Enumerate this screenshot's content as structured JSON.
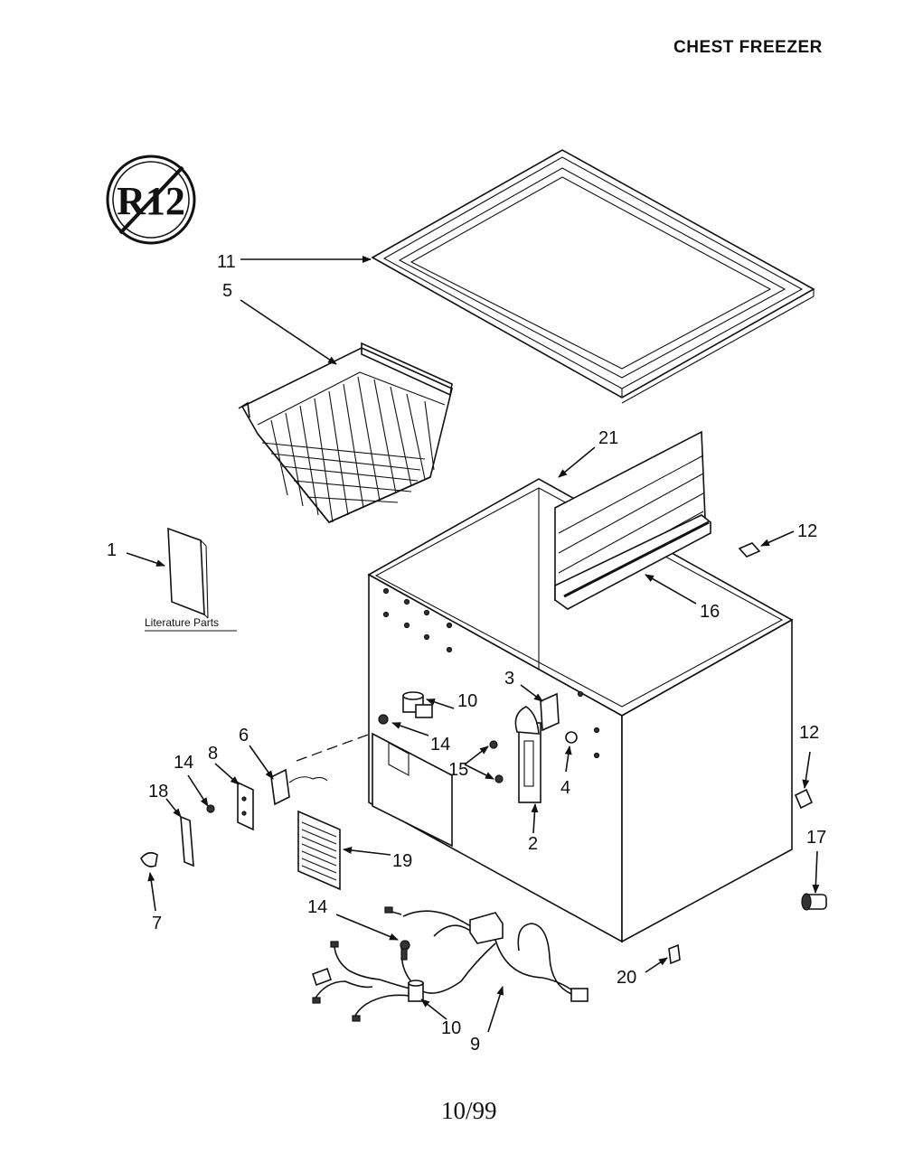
{
  "header": {
    "title": "CHEST FREEZER"
  },
  "footer": {
    "date_code": "10/99"
  },
  "logo": {
    "text": "R12",
    "symbol": "no-R12-prohibition-symbol"
  },
  "literature": {
    "caption": "Literature Parts"
  },
  "callouts": {
    "c1": "1",
    "c2": "2",
    "c3": "3",
    "c4": "4",
    "c5": "5",
    "c6": "6",
    "c7": "7",
    "c8": "8",
    "c9": "9",
    "c10a": "10",
    "c10b": "10",
    "c11": "11",
    "c12a": "12",
    "c12b": "12",
    "c14a": "14",
    "c14b": "14",
    "c14c": "14",
    "c15": "15",
    "c16": "16",
    "c17": "17",
    "c18": "18",
    "c19": "19",
    "c20": "20",
    "c21": "21"
  }
}
